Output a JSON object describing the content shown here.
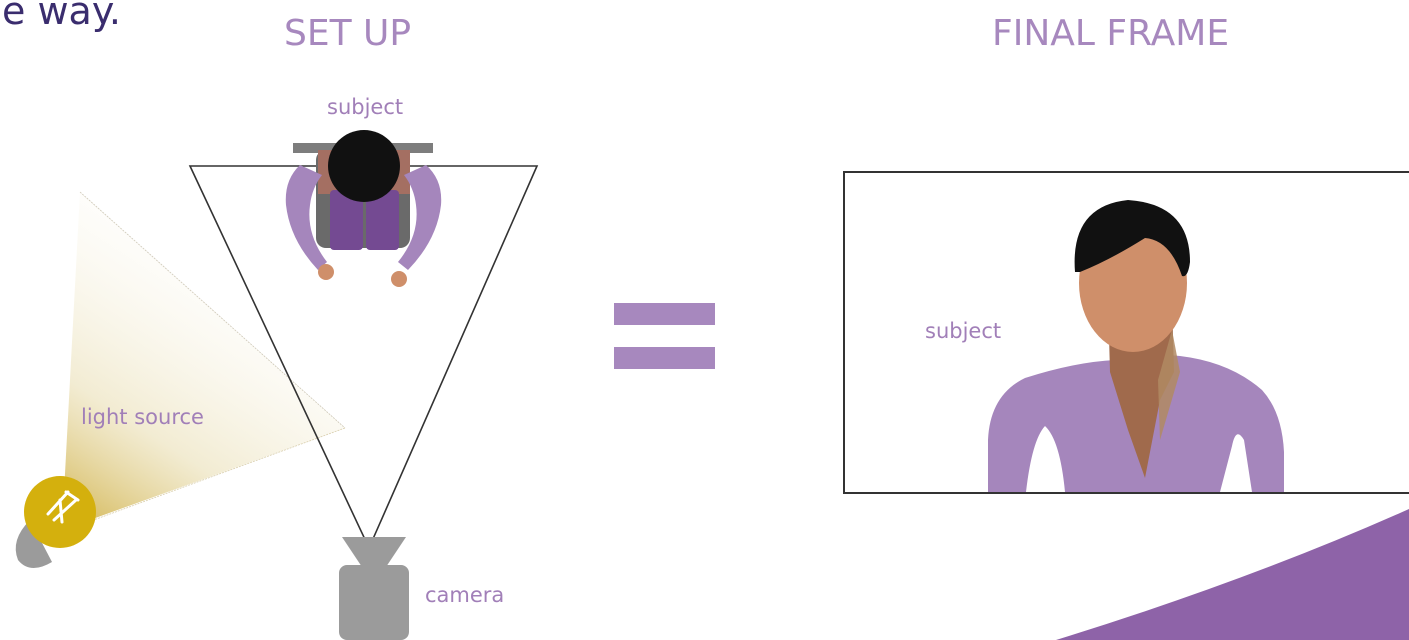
{
  "intro_fragment": "e way.",
  "headings": {
    "setup": "SET UP",
    "final": "FINAL FRAME"
  },
  "labels": {
    "subject_setup": "subject",
    "light_source": "light source",
    "camera": "camera",
    "subject_frame": "subject"
  },
  "colors": {
    "heading_purple": "#a788be",
    "label_purple": "#a17fb8",
    "shirt_purple": "#a586bc",
    "dark_purple": "#7a4e96",
    "corner_purple": "#8e63a8",
    "skin": "#cf8f6a",
    "neck": "#a06a4c",
    "hair": "#111111",
    "camera_gray": "#9b9b9b",
    "bulb_yellow": "#d4b00d",
    "outline": "#333333"
  },
  "icons": {
    "light": "lightbulb-icon",
    "camera": "camera-icon",
    "equals": "equals-sign-icon"
  }
}
